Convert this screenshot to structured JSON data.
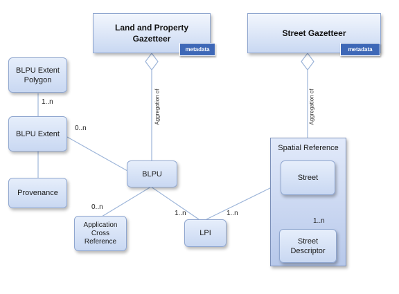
{
  "gazetteers": {
    "land_property": {
      "title_line1": "Land and Property",
      "title_line2": "Gazetteer",
      "badge": "metadata"
    },
    "street": {
      "title": "Street Gazetteer",
      "badge": "metadata"
    }
  },
  "entities": {
    "blpu_extent_polygon": {
      "line1": "BLPU Extent",
      "line2": "Polygon"
    },
    "blpu_extent": "BLPU Extent",
    "provenance": "Provenance",
    "blpu": "BLPU",
    "application_cross_reference": {
      "line1": "Application",
      "line2": "Cross",
      "line3": "Reference"
    },
    "lpi": "LPI",
    "spatial_reference": "Spatial Reference",
    "street": "Street",
    "street_descriptor": {
      "line1": "Street",
      "line2": "Descriptor"
    }
  },
  "relations": {
    "polygon_extent": "1..n",
    "extent_blpu": "0..n",
    "blpu_appref": "0..n",
    "blpu_lpi": "1..n",
    "lpi_street": "1..n",
    "street_descriptor": "1..n",
    "aggregation_left": "Aggregation of",
    "aggregation_right": "Aggregation of"
  },
  "colors": {
    "node_fill_top": "#e6eefb",
    "node_fill_bottom": "#c9d8f2",
    "node_border": "#8fa6cf",
    "badge_fill": "#3e68b7",
    "connector": "#9db5d9"
  }
}
